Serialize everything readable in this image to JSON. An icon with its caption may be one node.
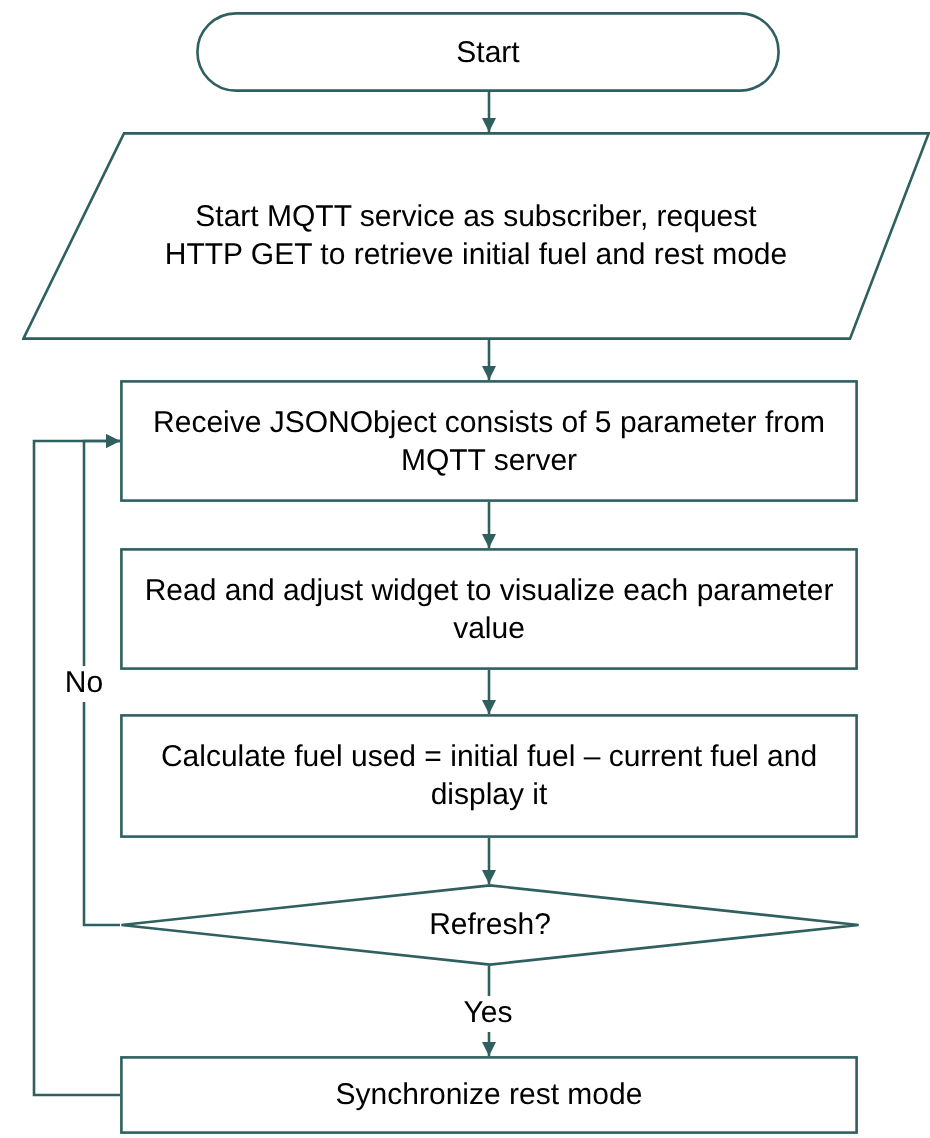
{
  "diagram": {
    "nodes": [
      {
        "text": [
          "Start"
        ]
      },
      {
        "text": [
          "Start MQTT service as subscriber, request HTTP GET to retrieve initial fuel and rest mode"
        ]
      },
      {
        "text": [
          "Receive JSONObject consists of 5 parameter from MQTT server"
        ]
      },
      {
        "text": [
          "Read and adjust widget to visualize each parameter value"
        ]
      },
      {
        "text": [
          "Calculate fuel used = initial fuel – current fuel and display it"
        ]
      },
      {
        "text": [
          "Refresh?"
        ]
      },
      {
        "text": [
          "Synchronize rest mode"
        ]
      }
    ],
    "edges": [
      {
        "from": 0,
        "to": 1,
        "arrow": "to"
      },
      {
        "from": 1,
        "to": 2,
        "arrow": "to"
      },
      {
        "from": 2,
        "to": 3,
        "arrow": "to"
      },
      {
        "from": 3,
        "to": 4,
        "arrow": "to"
      },
      {
        "from": 4,
        "to": 5,
        "arrow": "to"
      },
      {
        "from": 5,
        "to": 6,
        "arrow": "to",
        "label": "Yes"
      },
      {
        "from": 5,
        "to": 2,
        "arrow": "to",
        "label": "No"
      },
      {
        "from": 6,
        "to": 2,
        "arrow": "to"
      }
    ]
  }
}
